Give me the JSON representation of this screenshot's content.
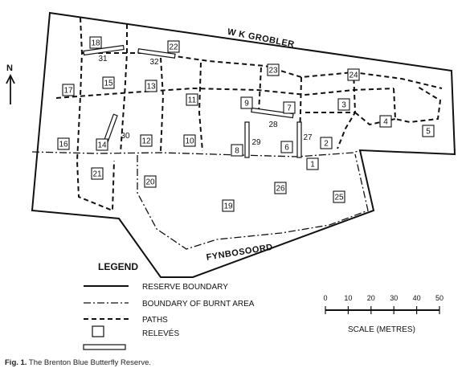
{
  "north": "N",
  "roads": {
    "top": "W K GROBLER",
    "bottom": "FYNBOSOORD"
  },
  "releves": [
    "1",
    "2",
    "3",
    "4",
    "5",
    "6",
    "7",
    "8",
    "9",
    "10",
    "11",
    "12",
    "13",
    "14",
    "15",
    "16",
    "17",
    "18",
    "19",
    "20",
    "21",
    "22",
    "23",
    "24",
    "25",
    "26"
  ],
  "transects": [
    "27",
    "28",
    "29",
    "30",
    "31",
    "32"
  ],
  "legend": {
    "title": "LEGEND",
    "items": [
      "RESERVE BOUNDARY",
      "BOUNDARY OF BURNT AREA",
      "PATHS",
      "RELEVÉS",
      ""
    ]
  },
  "scale": {
    "ticks": [
      "0",
      "10",
      "20",
      "30",
      "40",
      "50"
    ],
    "label": "SCALE (METRES)"
  },
  "caption": {
    "prefix": "Fig. 1.",
    "text": " The Brenton Blue Butterfly Reserve."
  },
  "colors": {
    "ink": "#111111",
    "background": "#ffffff"
  }
}
